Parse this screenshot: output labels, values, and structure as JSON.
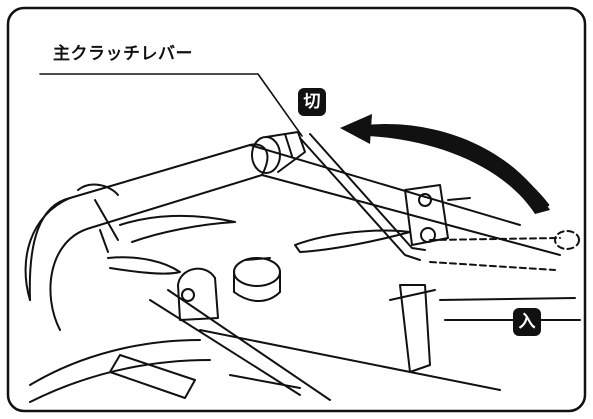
{
  "labels": {
    "main_clutch_lever": "主クラッチレバー",
    "position_off": "切",
    "position_on": "入"
  },
  "colors": {
    "line": "#111111",
    "paper": "#ffffff",
    "badge_fill": "#111111",
    "badge_text": "#ffffff"
  }
}
